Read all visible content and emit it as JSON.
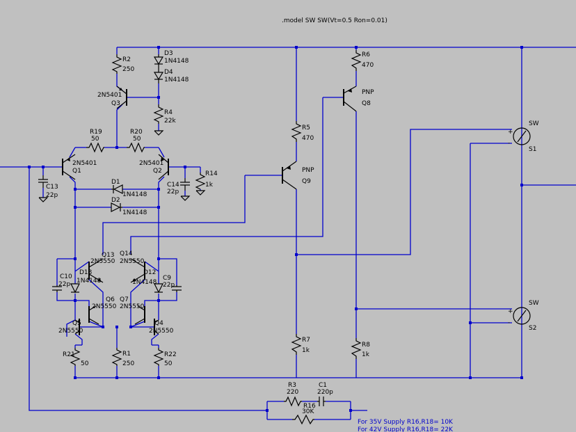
{
  "directive": ".model SW SW(Vt=0.5 Ron=0.01)",
  "note_lines": [
    "For 35V Supply R16,R18= 10K",
    "For 42V Supply R16,R18= 22K"
  ],
  "components": {
    "r2": {
      "name": "R2",
      "value": "250"
    },
    "d3": {
      "name": "D3",
      "value": "1N4148"
    },
    "d4": {
      "name": "D4",
      "value": "1N4148"
    },
    "q3": {
      "name": "Q3",
      "value": "2N5401"
    },
    "r4": {
      "name": "R4",
      "value": "22k"
    },
    "r19": {
      "name": "R19",
      "value": "50"
    },
    "r20": {
      "name": "R20",
      "value": "50"
    },
    "q1": {
      "name": "Q1",
      "value": "2N5401"
    },
    "q2": {
      "name": "Q2",
      "value": "2N5401"
    },
    "c13": {
      "name": "C13",
      "value": "22p"
    },
    "c14": {
      "name": "C14",
      "value": "22p"
    },
    "r14": {
      "name": "R14",
      "value": "1k"
    },
    "d1": {
      "name": "D1",
      "value": "1N4148"
    },
    "d2": {
      "name": "D2",
      "value": "1N4148"
    },
    "q13": {
      "name": "Q13",
      "value": "2N5550"
    },
    "q14": {
      "name": "Q14",
      "value": "2N5550"
    },
    "d13": {
      "name": "D13",
      "value": "1N4148"
    },
    "d12": {
      "name": "D12",
      "value": "1N4148"
    },
    "c10": {
      "name": "C10",
      "value": "22p"
    },
    "c9": {
      "name": "C9",
      "value": "22p"
    },
    "q6": {
      "name": "Q6",
      "value": "2N5550"
    },
    "q7": {
      "name": "Q7",
      "value": "2N5550"
    },
    "q5": {
      "name": "Q5",
      "value": "2N5550"
    },
    "q4": {
      "name": "Q4",
      "value": "2N5550"
    },
    "r21": {
      "name": "R21",
      "value": "50"
    },
    "r1": {
      "name": "R1",
      "value": "250"
    },
    "r22": {
      "name": "R22",
      "value": "50"
    },
    "r5": {
      "name": "R5",
      "value": "470"
    },
    "q9": {
      "name": "Q9",
      "type": "PNP"
    },
    "r6": {
      "name": "R6",
      "value": "470"
    },
    "q8": {
      "name": "Q8",
      "type": "PNP"
    },
    "r7": {
      "name": "R7",
      "value": "1k"
    },
    "r8": {
      "name": "R8",
      "value": "1k"
    },
    "s1": {
      "name": "S1",
      "type": "SW"
    },
    "s2": {
      "name": "S2",
      "type": "SW"
    },
    "r3": {
      "name": "R3",
      "value": "220"
    },
    "c1": {
      "name": "C1",
      "value": "220p"
    },
    "r16": {
      "name": "R16",
      "value": "30K"
    }
  },
  "colors": {
    "background": "#c0c0c0",
    "wire": "#0000cc",
    "component": "#000000"
  }
}
